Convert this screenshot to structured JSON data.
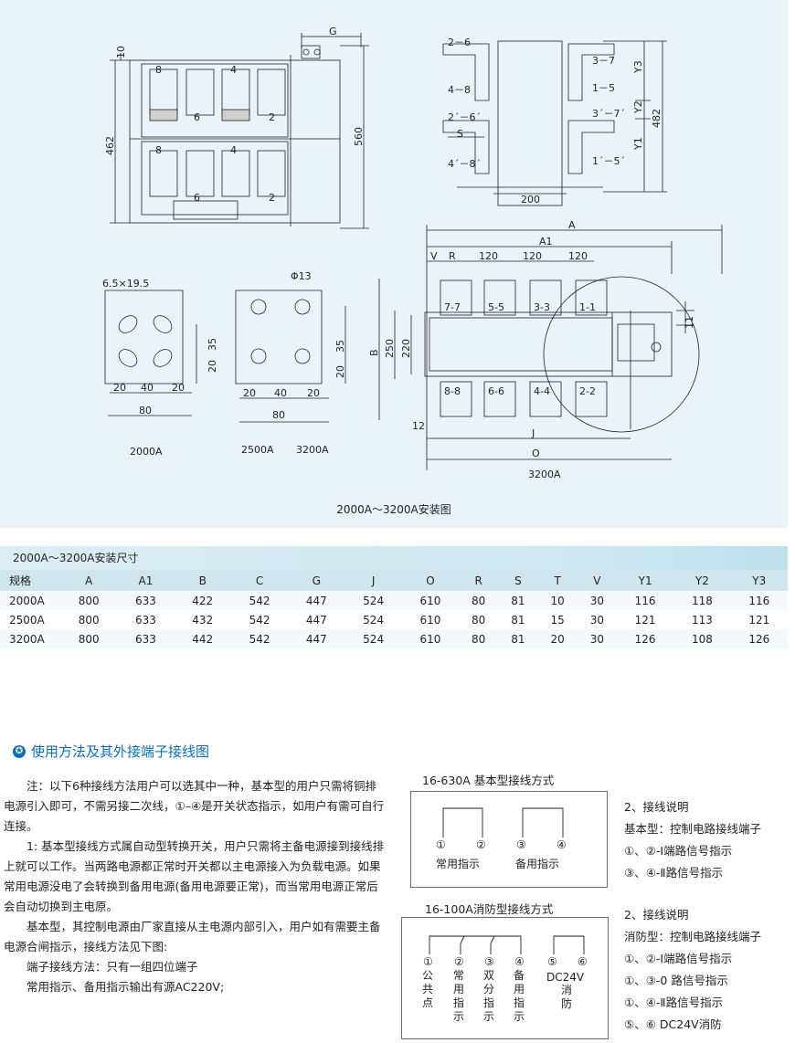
{
  "drawing": {
    "caption": "2000A～3200A安装图",
    "labels": {
      "top_left": {
        "dim_10": "10",
        "dim_462": "462",
        "dim_560": "560",
        "dim_G": "G",
        "upper_row": [
          "8",
          "4",
          "6",
          "2"
        ],
        "lower_row": [
          "8",
          "4",
          "6",
          "2"
        ]
      },
      "top_right": {
        "left_labels": [
          "2－6",
          "4－8",
          "2´－6´",
          "S",
          "4´－8´"
        ],
        "right_labels": [
          "3－7",
          "1－5",
          "3´－7´",
          "1´－5´"
        ],
        "dims": [
          "Y3",
          "Y2",
          "Y1",
          "482",
          "200"
        ]
      },
      "hole_2000": {
        "slot": "6.5×19.5",
        "h_dims": [
          "20",
          "40",
          "20"
        ],
        "total": "80",
        "v_dims": [
          "35",
          "20"
        ],
        "model": "2000A"
      },
      "hole_3200": {
        "hole": "Φ13",
        "h_dims": [
          "20",
          "40",
          "20"
        ],
        "total": "80",
        "v_dims": [
          "35",
          "20"
        ],
        "model_a": "2500A",
        "model_b": "3200A"
      },
      "main_view": {
        "A": "A",
        "A1": "A1",
        "V": "V",
        "R": "R",
        "spacing": [
          "120",
          "120",
          "120"
        ],
        "top_terms": [
          "7-7",
          "5-5",
          "3-3",
          "1-1"
        ],
        "bottom_terms": [
          "8-8",
          "6-6",
          "4-4",
          "2-2"
        ],
        "B": "B",
        "dim_250": "250",
        "dim_220": "220",
        "dim_12": "12",
        "dim_11": "11",
        "J": "J",
        "O": "O",
        "model": "3200A"
      }
    }
  },
  "spec_table": {
    "title": "2000A～3200A安装尺寸",
    "headers": [
      "规格",
      "A",
      "A1",
      "B",
      "C",
      "G",
      "J",
      "O",
      "R",
      "S",
      "T",
      "V",
      "Y1",
      "Y2",
      "Y3"
    ],
    "rows": [
      [
        "2000A",
        "800",
        "633",
        "422",
        "542",
        "447",
        "524",
        "610",
        "80",
        "81",
        "10",
        "30",
        "116",
        "118",
        "116"
      ],
      [
        "2500A",
        "800",
        "633",
        "432",
        "542",
        "447",
        "524",
        "610",
        "80",
        "81",
        "15",
        "30",
        "121",
        "113",
        "121"
      ],
      [
        "3200A",
        "800",
        "633",
        "442",
        "542",
        "447",
        "524",
        "610",
        "80",
        "81",
        "20",
        "30",
        "126",
        "108",
        "126"
      ]
    ]
  },
  "section": {
    "icon": "star-icon",
    "title": "使用方法及其外接端子接线图"
  },
  "notes": [
    "注：以下6种接线方法用户可以选其中一种，基本型的用户只需将铜排电源引入即可，不需另接二次线，①–④是开关状态指示，如用户有需可自行连接。",
    "1: 基本型接线方式属自动型转换开关，用户只需将主备电源接到接线排上就可以工作。当两路电源都正常时开关都以主电源接入为负载电源。如果常用电源没电了会转换到备用电源(备用电源要正常)，而当常用电源正常后会自动切换到主电原。",
    "基本型，其控制电源由厂家直接从主电源内部引入，用户如有需要主备电源合闸指示，接线方法见下图:",
    "端子接线方法：只有一组四位端子",
    "常用指示、备用指示输出有源AC220V;"
  ],
  "wiring_basic": {
    "title": "16-630A 基本型接线方式",
    "terminals": [
      "①",
      "②",
      "③",
      "④"
    ],
    "groups": [
      "常用指示",
      "备用指示"
    ]
  },
  "wiring_fire": {
    "title": "16-100A消防型接线方式",
    "terminals": [
      "①",
      "②",
      "③",
      "④",
      "⑤",
      "⑥"
    ],
    "dc_label": "DC24V",
    "labels": [
      "公共点",
      "常用指示",
      "双分指示",
      "备用指示",
      "消防"
    ]
  },
  "desc_basic": {
    "heading": "2、接线说明",
    "lines": [
      "基本型：控制电路接线端子",
      "①、②-Ⅰ端路信号指示",
      "③、④-Ⅱ路信号指示"
    ]
  },
  "desc_fire": {
    "heading": "2、接线说明",
    "lines": [
      "消防型：控制电路接线端子",
      "①、②-Ⅰ端路信号指示",
      "①、③-0 路信号指示",
      "①、④-Ⅱ路信号指示",
      "⑤、⑥ DC24V消防"
    ]
  }
}
